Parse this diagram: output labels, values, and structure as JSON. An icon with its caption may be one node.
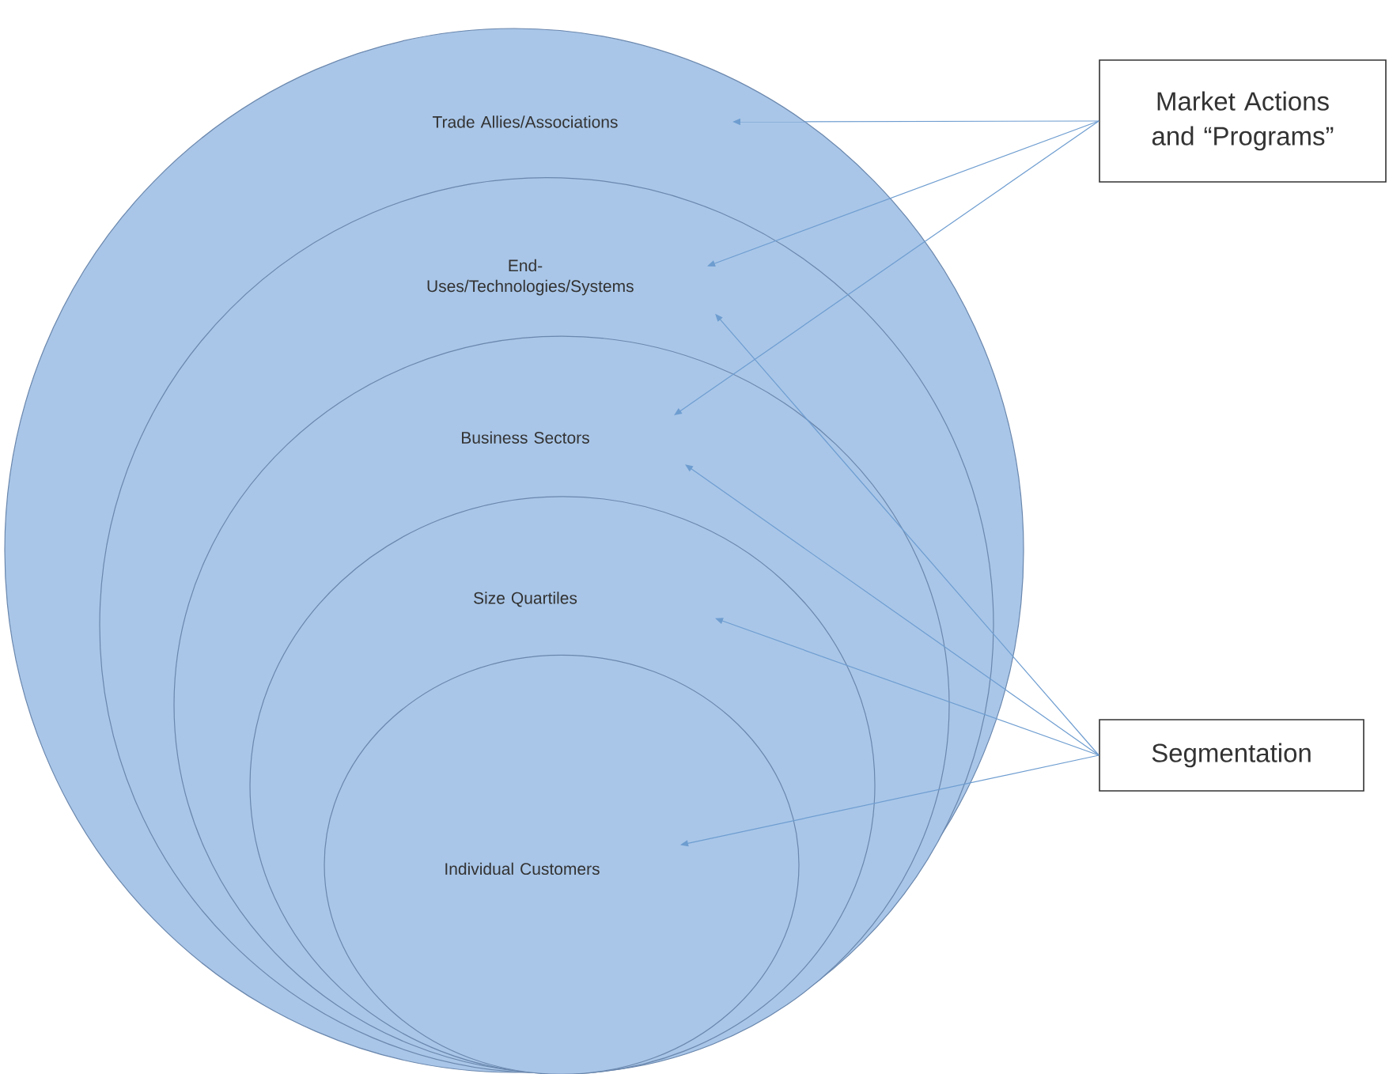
{
  "diagram": {
    "nodes": [
      {
        "text": [
          "Trade Allies/Associations"
        ]
      },
      {
        "text": [
          "End- Uses/Technologies/Systems"
        ],
        "in": 0
      },
      {
        "text": [
          "Business Sectors"
        ],
        "in": 1
      },
      {
        "text": [
          "Size Quartiles"
        ],
        "in": 2
      },
      {
        "text": [
          "Individual Customers"
        ],
        "in": 3
      },
      {
        "text": [
          "Market Actions and “Programs”"
        ]
      },
      {
        "text": [
          "Segmentation"
        ]
      }
    ],
    "edges": [
      {
        "from": 5,
        "to": 0,
        "arrow": "to"
      },
      {
        "from": 5,
        "to": 1,
        "arrow": "to"
      },
      {
        "from": 5,
        "to": 2,
        "arrow": "to"
      },
      {
        "from": 6,
        "to": 1,
        "arrow": "to"
      },
      {
        "from": 6,
        "to": 2,
        "arrow": "to"
      },
      {
        "from": 6,
        "to": 3,
        "arrow": "to"
      },
      {
        "from": 6,
        "to": 4,
        "arrow": "to"
      }
    ]
  }
}
